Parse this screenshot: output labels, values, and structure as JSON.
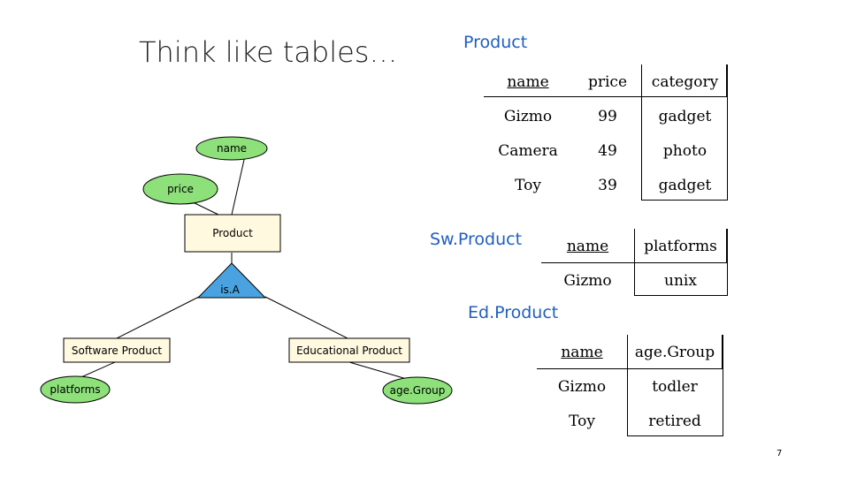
{
  "title": "Think like tables…",
  "diagram": {
    "entity_product": "Product",
    "attr_name": "name",
    "attr_price": "price",
    "isa": "is.A",
    "entity_software": "Software Product",
    "entity_educational": "Educational Product",
    "attr_platforms": "platforms",
    "attr_agegroup": "age.Group",
    "colors": {
      "attribute_fill": "#8de07a",
      "isa_fill": "#4aa3e0",
      "entity_fill": "#fff9e0"
    }
  },
  "tables": {
    "product": {
      "caption": "Product",
      "headers": [
        "name",
        "price",
        "category"
      ],
      "rows": [
        [
          "Gizmo",
          "99",
          "gadget"
        ],
        [
          "Camera",
          "49",
          "photo"
        ],
        [
          "Toy",
          "39",
          "gadget"
        ]
      ]
    },
    "sw_product": {
      "caption": "Sw.Product",
      "headers": [
        "name",
        "platforms"
      ],
      "rows": [
        [
          "Gizmo",
          "unix"
        ]
      ]
    },
    "ed_product": {
      "caption": "Ed.Product",
      "headers": [
        "name",
        "age.Group"
      ],
      "rows": [
        [
          "Gizmo",
          "todler"
        ],
        [
          "Toy",
          "retired"
        ]
      ]
    }
  },
  "page_number": "7"
}
